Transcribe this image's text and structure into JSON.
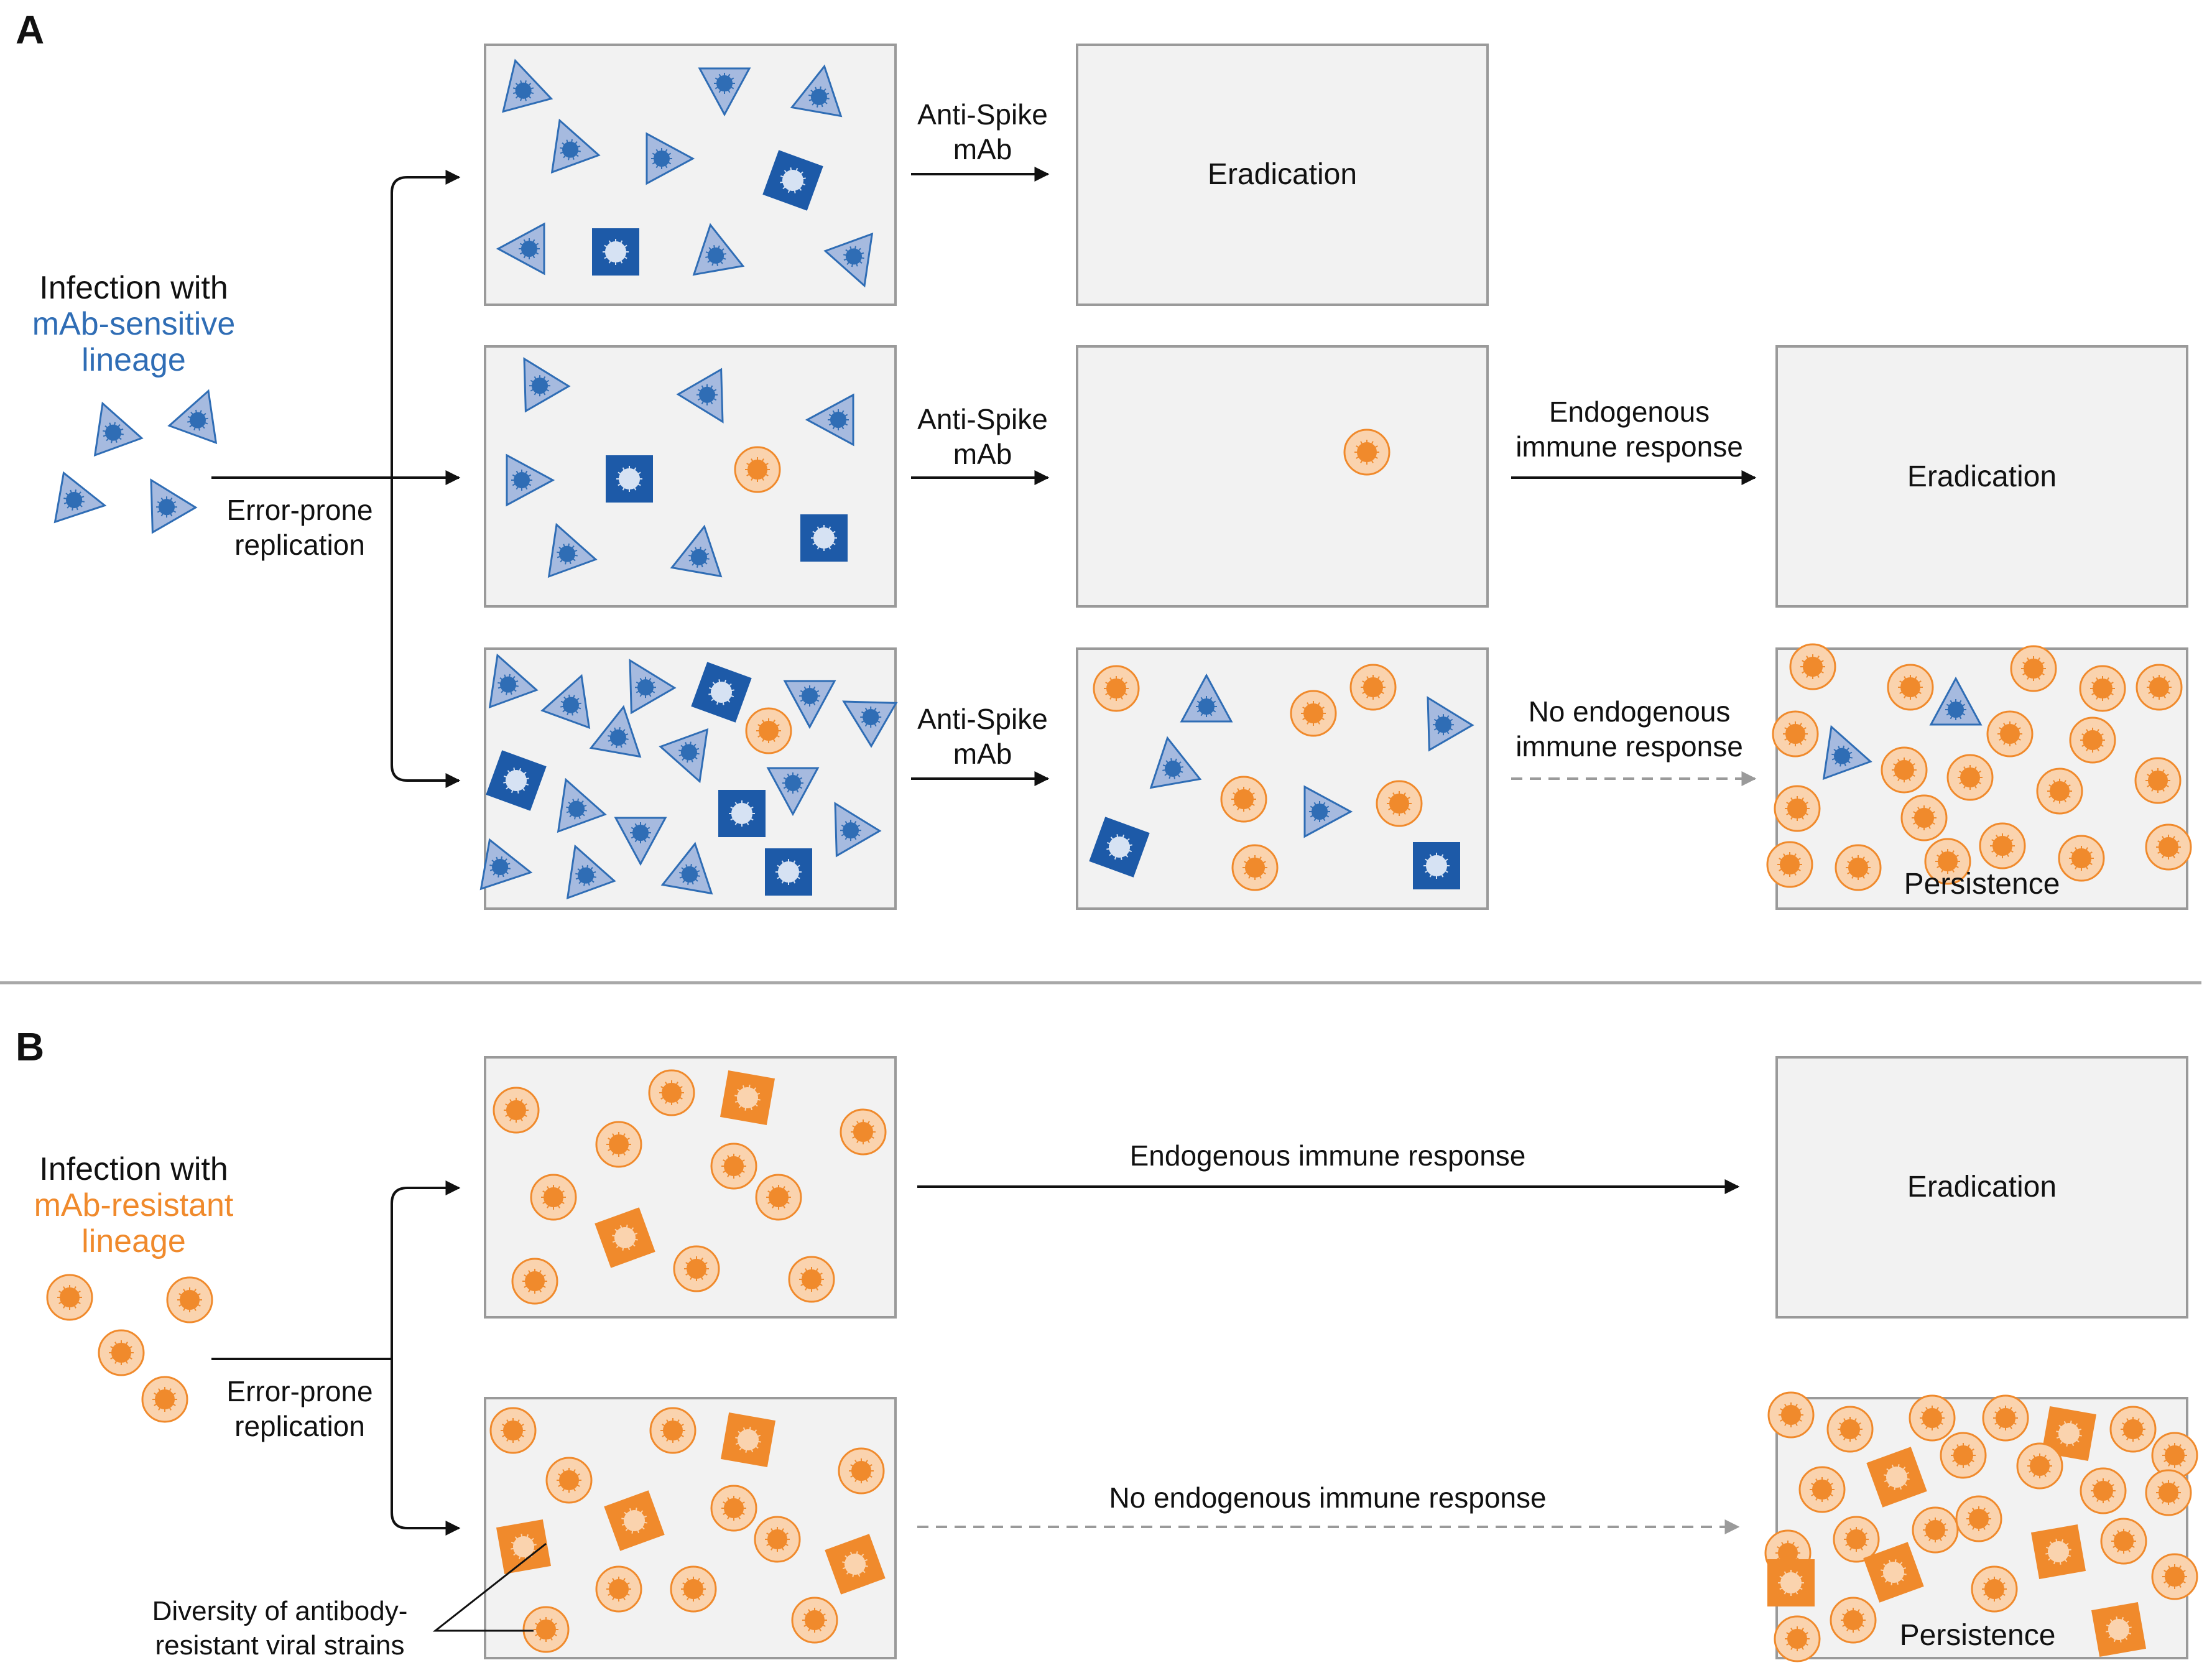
{
  "panels": {
    "a": {
      "letter": "A",
      "infection": {
        "line1": "Infection with",
        "line2": "mAb-sensitive",
        "line3": "lineage"
      },
      "replication": {
        "line1": "Error-prone",
        "line2": "replication"
      },
      "treatment": {
        "line1": "Anti-Spike",
        "line2": "mAb"
      },
      "row1_outcome": "Eradication",
      "row2_followup": {
        "line1": "Endogenous",
        "line2": "immune response"
      },
      "row2_outcome": "Eradication",
      "row3_followup": {
        "line1": "No endogenous",
        "line2": "immune response"
      },
      "row3_outcome": "Persistence"
    },
    "b": {
      "letter": "B",
      "infection": {
        "line1": "Infection with",
        "line2": "mAb-resistant",
        "line3": "lineage"
      },
      "replication": {
        "line1": "Error-prone",
        "line2": "replication"
      },
      "row1_followup": "Endogenous immune response",
      "row1_outcome": "Eradication",
      "row2_followup": "No endogenous immune response",
      "row2_outcome": "Persistence",
      "callout": {
        "line1": "Diversity of antibody-",
        "line2": "resistant viral strains"
      }
    }
  },
  "colors": {
    "sensitive": "#2f6db5",
    "resistant": "#f08a2c",
    "box_fill": "#f2f2f2",
    "box_stroke": "#9a9a9a"
  },
  "icons": {
    "sensitive_triangle": "virus-triangle-icon",
    "sensitive_square": "virus-square-icon",
    "resistant_circle": "virus-circle-icon",
    "resistant_square": "virus-square-resistant-icon"
  }
}
